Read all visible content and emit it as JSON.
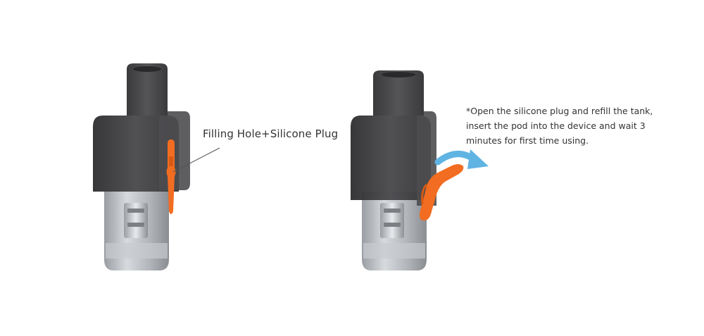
{
  "callout": {
    "label": "Filling Hole+Silicone Plug"
  },
  "instruction": {
    "lines": [
      "*Open the silicone plug and refill the tank,",
      "insert the pod into the device and wait 3",
      "minutes for first time using."
    ]
  },
  "colors": {
    "pod_body_dark": "#3f3f41",
    "pod_tank_clear": "#b9bcc0",
    "silicone_plug": "#f26d21",
    "arrow": "#5fb4e3"
  }
}
